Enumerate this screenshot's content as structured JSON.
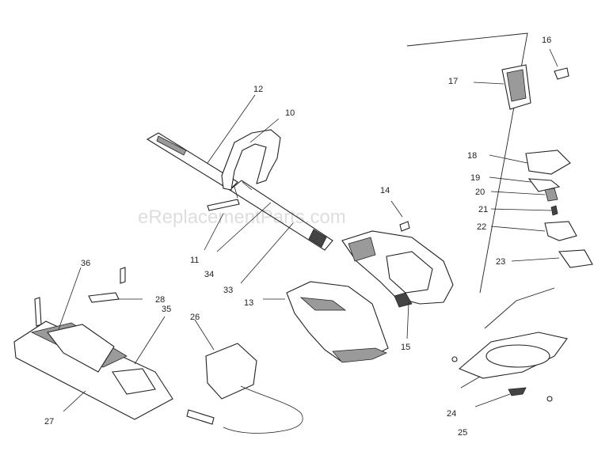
{
  "watermark": "eReplacementParts.com",
  "callouts": [
    {
      "id": "p10",
      "text": "10"
    },
    {
      "id": "p11",
      "text": "11"
    },
    {
      "id": "p12",
      "text": "12"
    },
    {
      "id": "p13",
      "text": "13"
    },
    {
      "id": "p14",
      "text": "14"
    },
    {
      "id": "p15",
      "text": "15"
    },
    {
      "id": "p16",
      "text": "16"
    },
    {
      "id": "p17",
      "text": "17"
    },
    {
      "id": "p18",
      "text": "18"
    },
    {
      "id": "p19",
      "text": "19"
    },
    {
      "id": "p20",
      "text": "20"
    },
    {
      "id": "p21",
      "text": "21"
    },
    {
      "id": "p22",
      "text": "22"
    },
    {
      "id": "p23",
      "text": "23"
    },
    {
      "id": "p24",
      "text": "24"
    },
    {
      "id": "p25",
      "text": "25"
    },
    {
      "id": "p26",
      "text": "26"
    },
    {
      "id": "p27",
      "text": "27"
    },
    {
      "id": "p28",
      "text": "28"
    },
    {
      "id": "p33",
      "text": "33"
    },
    {
      "id": "p34",
      "text": "34"
    },
    {
      "id": "p35",
      "text": "35"
    },
    {
      "id": "p36",
      "text": "36"
    }
  ]
}
